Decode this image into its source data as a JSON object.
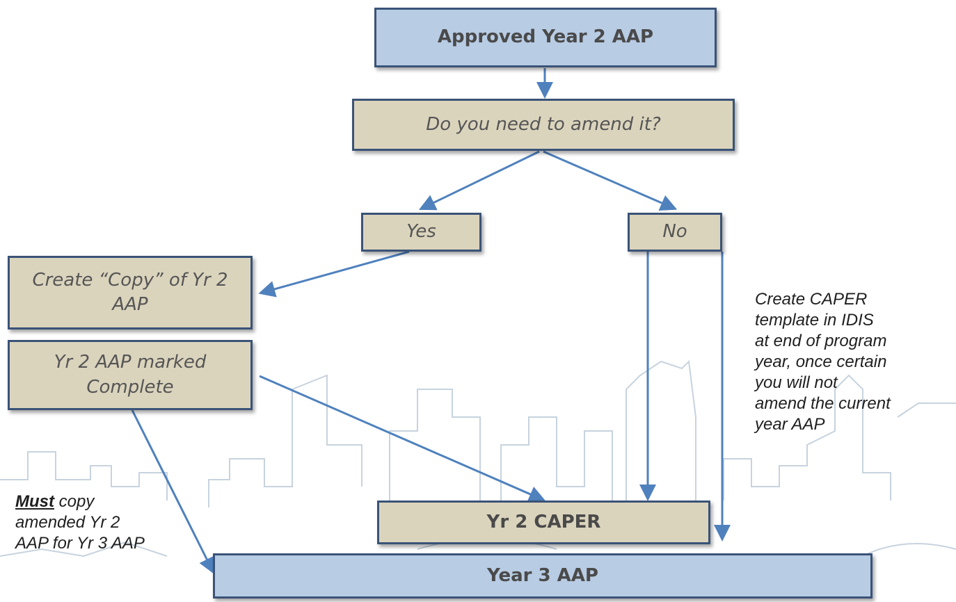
{
  "nodes": {
    "approved_year2": "Approved Year 2 AAP",
    "amend_question": "Do you need to amend it?",
    "yes": "Yes",
    "no": "No",
    "create_copy": "Create “Copy” of Yr 2 AAP",
    "marked_complete": "Yr 2 AAP marked Complete",
    "yr2_caper": "Yr 2 CAPER",
    "year3_aap": "Year 3 AAP"
  },
  "notes": {
    "caper_note": [
      "Create CAPER",
      "template in IDIS",
      "at end of program",
      "year, once certain",
      "you will not",
      "amend the current",
      "year AAP"
    ],
    "must_word": "Must",
    "copy_note_rest": " copy",
    "copy_note_lines": [
      "amended Yr 2",
      "AAP for Yr 3 AAP"
    ]
  },
  "colors": {
    "blue_box": "#b8cce4",
    "tan_box": "#dbd4bd",
    "border": "#3a5377",
    "arrow": "#4f81bd",
    "skyline": "#c7d3de"
  }
}
